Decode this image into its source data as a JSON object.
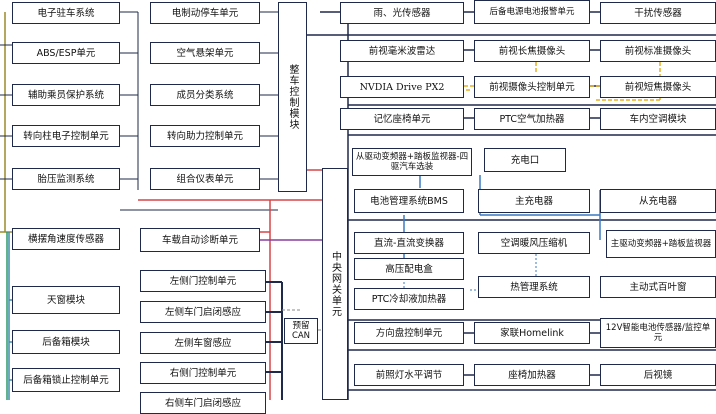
{
  "left_column": [
    "电子驻车系统",
    "ABS/ESP单元",
    "辅助乘员保护系统",
    "转向柱电子控制单元",
    "胎压监测系统",
    "横摆角速度传感器",
    "天窗模块",
    "后备箱模块",
    "后备箱锁止控制单元"
  ],
  "mid_left_column": [
    "电制动停车单元",
    "空气悬架单元",
    "成员分类系统",
    "转向助力控制单元",
    "组合仪表单元",
    "车载自动诊断单元",
    "左侧门控制单元",
    "左侧车门启闭感应",
    "左侧车窗感应",
    "右侧门控制单元",
    "右侧车门启闭感应"
  ],
  "hub_labels": {
    "chassis": "整车控制模块",
    "gateway": "中央网关单元",
    "can": "预留CAN"
  },
  "right_col1": [
    "雨、光传感器",
    "前视毫米波雷达",
    "NVDIA Drive PX2",
    "记忆座椅单元",
    "从驱动变频器+踏板监视器-四驱汽车选装",
    "电池管理系统BMS",
    "直流-直流变换器",
    "高压配电盒",
    "PTC冷却液加热器",
    "方向盘控制单元",
    "前照灯水平调节"
  ],
  "right_col2": [
    "后备电源电池报警单元",
    "前视长焦摄像头",
    "前视摄像头控制单元",
    "PTC空气加热器",
    "充电口",
    "主充电器",
    "空调暖风压缩机",
    "热管理系统",
    "家联Homelink",
    "座椅加热器"
  ],
  "right_col3": [
    "干扰传感器",
    "前视标准摄像头",
    "前视短焦摄像头",
    "车内空调模块",
    "从充电器",
    "主驱动变频器+踏板监视器",
    "主动式百叶窗",
    "12V智能电池传感器/监控单元",
    "后视镜"
  ],
  "colors": {
    "line_main": "#1f2a4a",
    "line_red": "#d64545",
    "line_yellow": "#e8b020",
    "line_green": "#2e9a66",
    "line_teal": "#3b8fa8",
    "line_olive": "#9c8a2a",
    "line_purple": "#8a3fa0",
    "line_blue": "#3a78c2",
    "line_gray": "#888888"
  }
}
